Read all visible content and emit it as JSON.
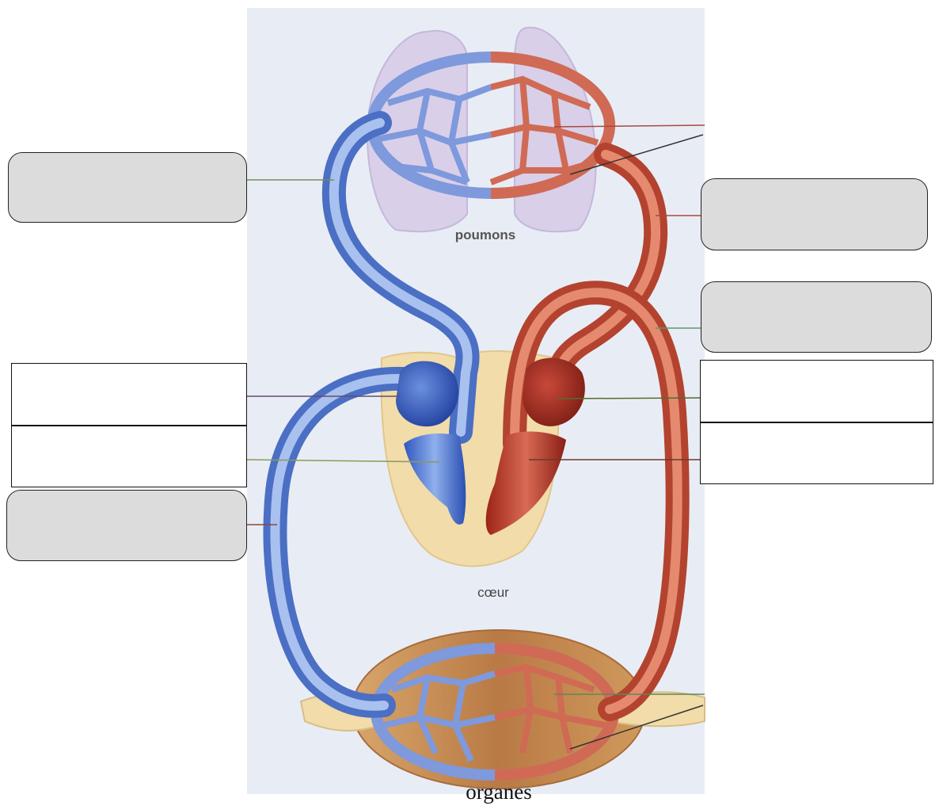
{
  "diagram": {
    "labels": {
      "lungs": "poumons",
      "heart": "cœur",
      "organs": "organes"
    },
    "answer_boxes": [
      {
        "id": "box-left-upper",
        "text": ""
      },
      {
        "id": "box-left-middle-1",
        "text": ""
      },
      {
        "id": "box-left-middle-2",
        "text": ""
      },
      {
        "id": "box-left-lower",
        "text": ""
      },
      {
        "id": "box-right-upper",
        "text": ""
      },
      {
        "id": "box-right-middle",
        "text": ""
      },
      {
        "id": "box-right-lower-1",
        "text": ""
      },
      {
        "id": "box-right-lower-2",
        "text": ""
      }
    ],
    "colors": {
      "oxygen_poor_blood": "#6d8fd6",
      "oxygen_rich_blood": "#c8553f",
      "heart_tissue": "#f1dcaa",
      "background": "#e8edf5"
    }
  }
}
